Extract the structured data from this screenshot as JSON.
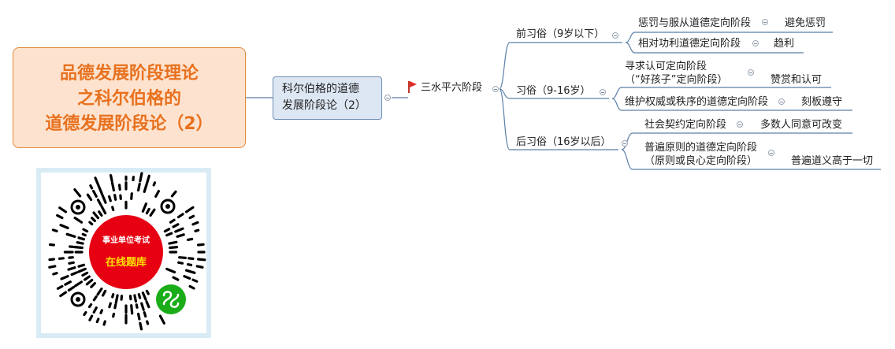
{
  "root": {
    "line1": "品德发展阶段理论",
    "line2": "之科尔伯格的",
    "line3": "道德发展阶段论（2）"
  },
  "subtopic": {
    "line1": "科尔伯格的道德",
    "line2": "发展阶段论（2）"
  },
  "hub": {
    "label": "三水平六阶段",
    "icon": "red-flag-icon"
  },
  "levels": [
    {
      "label": "前习俗（9岁以下）",
      "stages": [
        {
          "name": "惩罚与服从道德定向阶段",
          "detail": "避免惩罚"
        },
        {
          "name": "相对功利道德定向阶段",
          "detail": "趋利"
        }
      ]
    },
    {
      "label": "习俗（9-16岁）",
      "stages": [
        {
          "name": "寻求认可定向阶段",
          "name2": "（“好孩子”定向阶段）",
          "detail": "赞赏和认可"
        },
        {
          "name": "维护权威或秩序的道德定向阶段",
          "detail": "刻板遵守"
        }
      ]
    },
    {
      "label": "后习俗（16岁以后）",
      "stages": [
        {
          "name": "社会契约定向阶段",
          "detail": "多数人同意可改变"
        },
        {
          "name": "普遍原则的道德定向阶段",
          "name2": "（原则或良心定向阶段）",
          "detail": "普遍道义高于一切"
        }
      ]
    }
  ],
  "qr": {
    "badge_top": "事业单位考试",
    "badge_main": "在线题库",
    "icon": "mini-program-icon"
  },
  "colors": {
    "root_fill": "#fde3cf",
    "root_text": "#e8711f",
    "sub_fill": "#dde7f3",
    "connector": "#5b7fa8",
    "flag": "#e02d2d",
    "badge": "#e60012"
  }
}
